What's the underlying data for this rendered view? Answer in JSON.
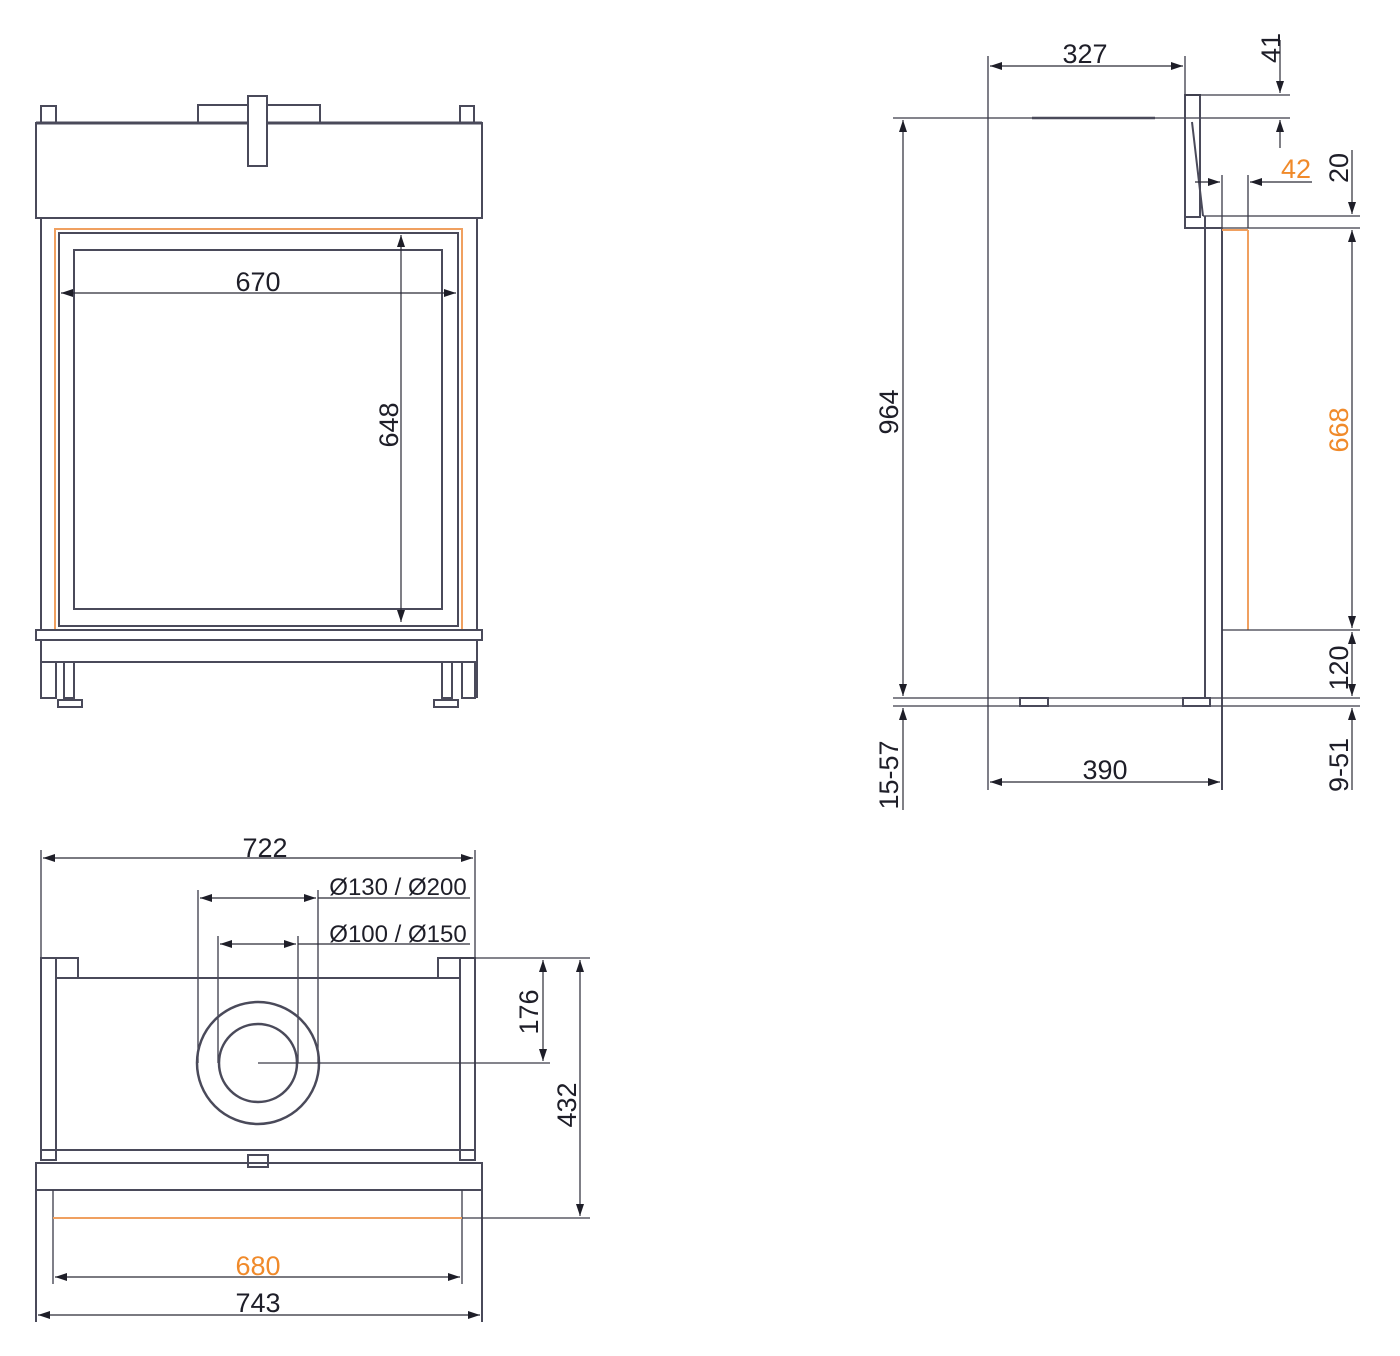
{
  "front_view": {
    "width_label": "670",
    "height_label": "648"
  },
  "side_view": {
    "depth_top_label": "327",
    "top_height_label": "41",
    "frame_depth_label": "42",
    "frame_offset_label": "20",
    "total_height_label": "964",
    "glass_height_label": "668",
    "base_height_label": "120",
    "feet_front_label": "9-51",
    "feet_rear_label": "15-57",
    "depth_bottom_label": "390"
  },
  "top_view": {
    "overall_width_label": "722",
    "outer_flue_label": "Ø130 / Ø200",
    "inner_flue_label": "Ø100 / Ø150",
    "flue_offset_label": "176",
    "depth_label": "432",
    "opening_width_label": "680",
    "front_width_label": "743"
  },
  "colors": {
    "line": "#4a4a5a",
    "highlight": "#f08a2a"
  }
}
